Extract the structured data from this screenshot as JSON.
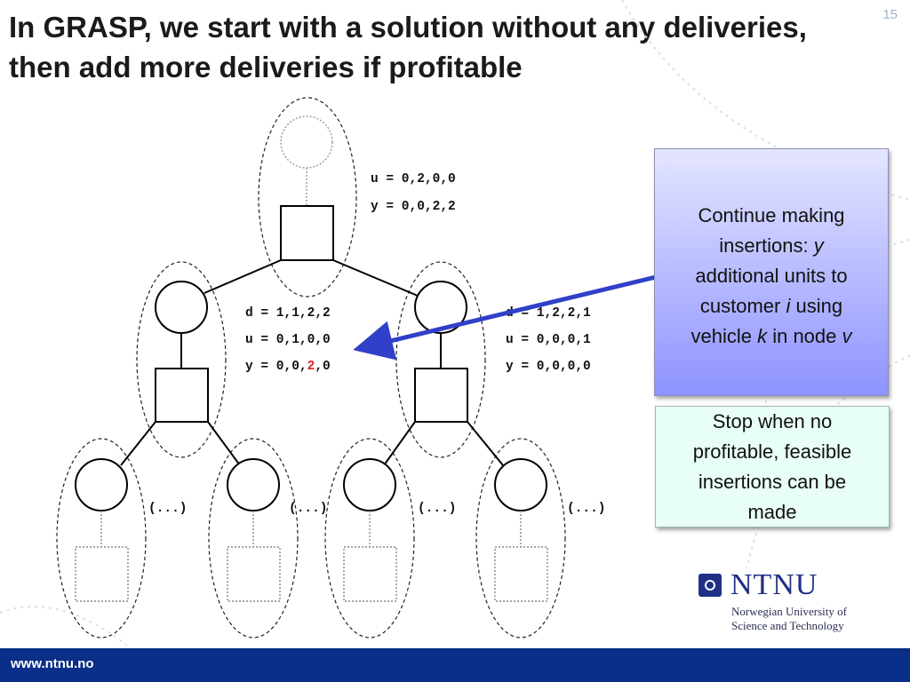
{
  "slide": {
    "title": "In GRASP, we start with a solution without any deliveries, then add more deliveries if profitable",
    "number": "15"
  },
  "tree": {
    "root_labels": {
      "u": "u = 0,2,0,0",
      "y": "y = 0,0,2,2"
    },
    "left_labels": {
      "d": "d = 1,1,2,2",
      "u": "u = 0,1,0,0",
      "y_prefix": "y = 0,0,",
      "y_highlight": "2",
      "y_suffix": ",0"
    },
    "right_labels": {
      "d": "d = 1,2,2,1",
      "u": "u = 0,0,0,1",
      "y": "y = 0,0,0,0"
    },
    "ellipsis": "(...)",
    "highlight_color": "#e02020"
  },
  "callouts": {
    "continue": {
      "line1": "Continue making",
      "line2a": "insertions: ",
      "line2b": "y",
      "line3": "additional units to",
      "line4a": "customer ",
      "line4b": "i",
      "line4c": " using",
      "line5a": "vehicle ",
      "line5b": "k",
      "line5c": " in node ",
      "line5d": "v"
    },
    "stop": {
      "line1": "Stop when no",
      "line2": "profitable, feasible",
      "line3": "insertions can be",
      "line4": "made"
    }
  },
  "logo": {
    "word": "NTNU",
    "line1": "Norwegian University of",
    "line2": "Science and Technology"
  },
  "footer": {
    "url": "www.ntnu.no"
  },
  "colors": {
    "arrow": "#3040c8",
    "footer": "#0a2f88",
    "brand": "#1f2f86"
  }
}
